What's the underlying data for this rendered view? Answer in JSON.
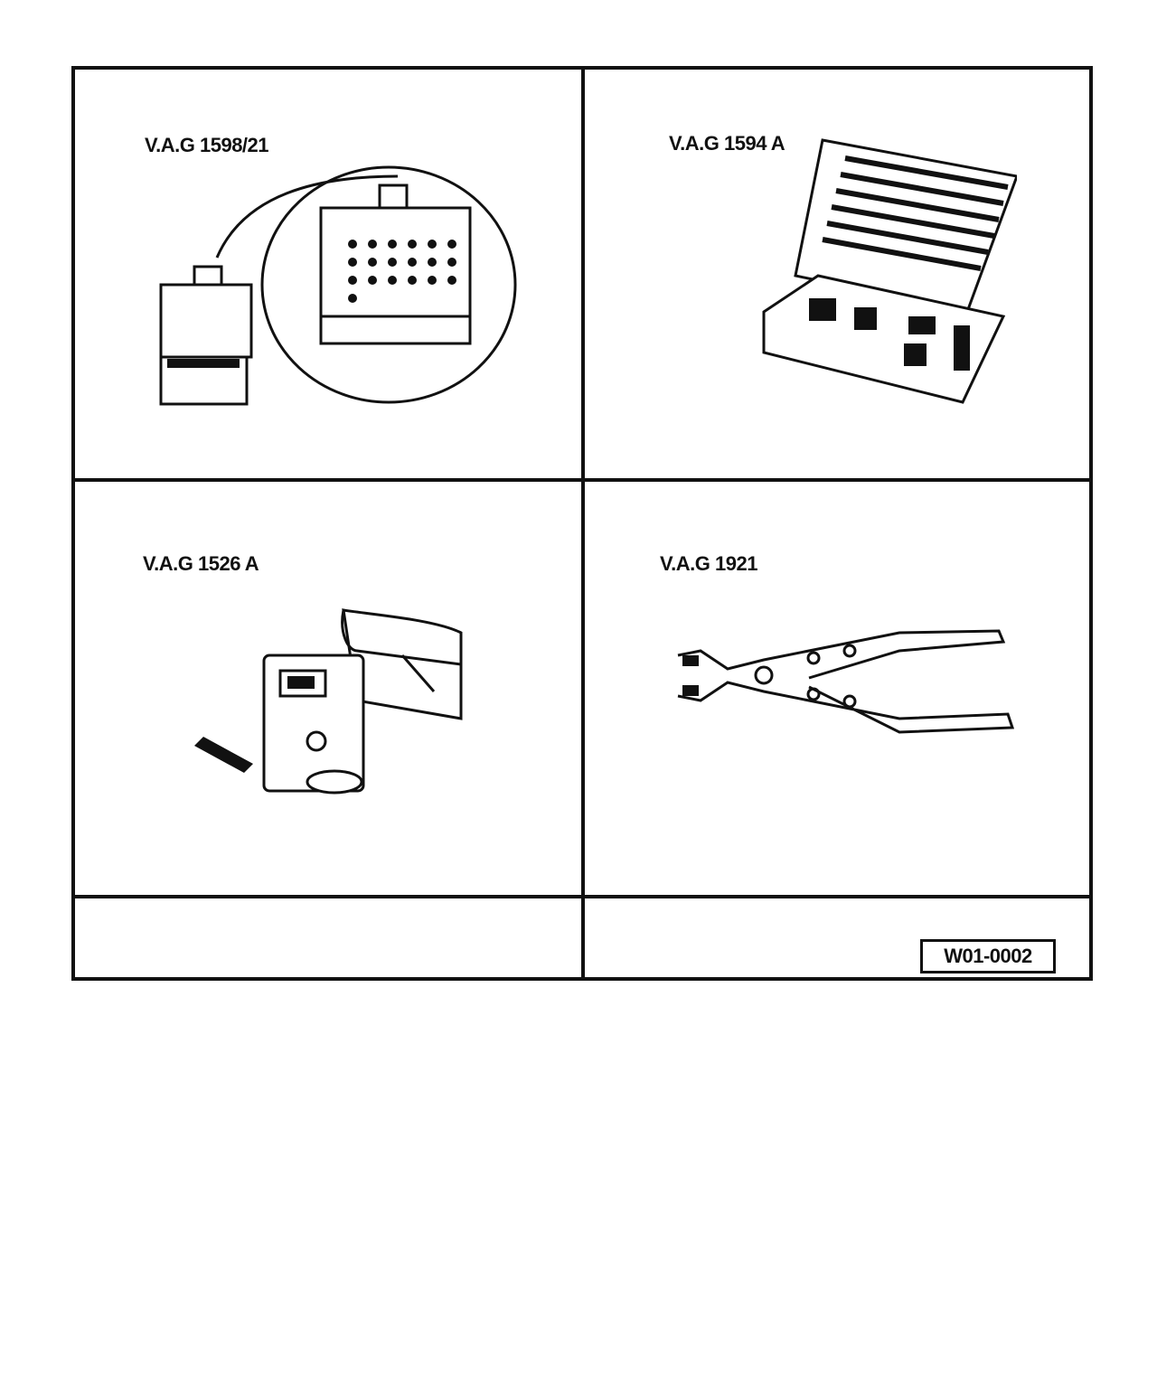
{
  "tools": [
    {
      "label": "V.A.G 1598/21",
      "icon": "breakout-box-adapter-icon"
    },
    {
      "label": "V.A.G 1594 A",
      "icon": "test-lead-case-icon"
    },
    {
      "label": "V.A.G 1526 A",
      "icon": "hand-multimeter-icon"
    },
    {
      "label": "V.A.G 1921",
      "icon": "hose-clamp-pliers-icon"
    }
  ],
  "figure_code": "W01-0002"
}
